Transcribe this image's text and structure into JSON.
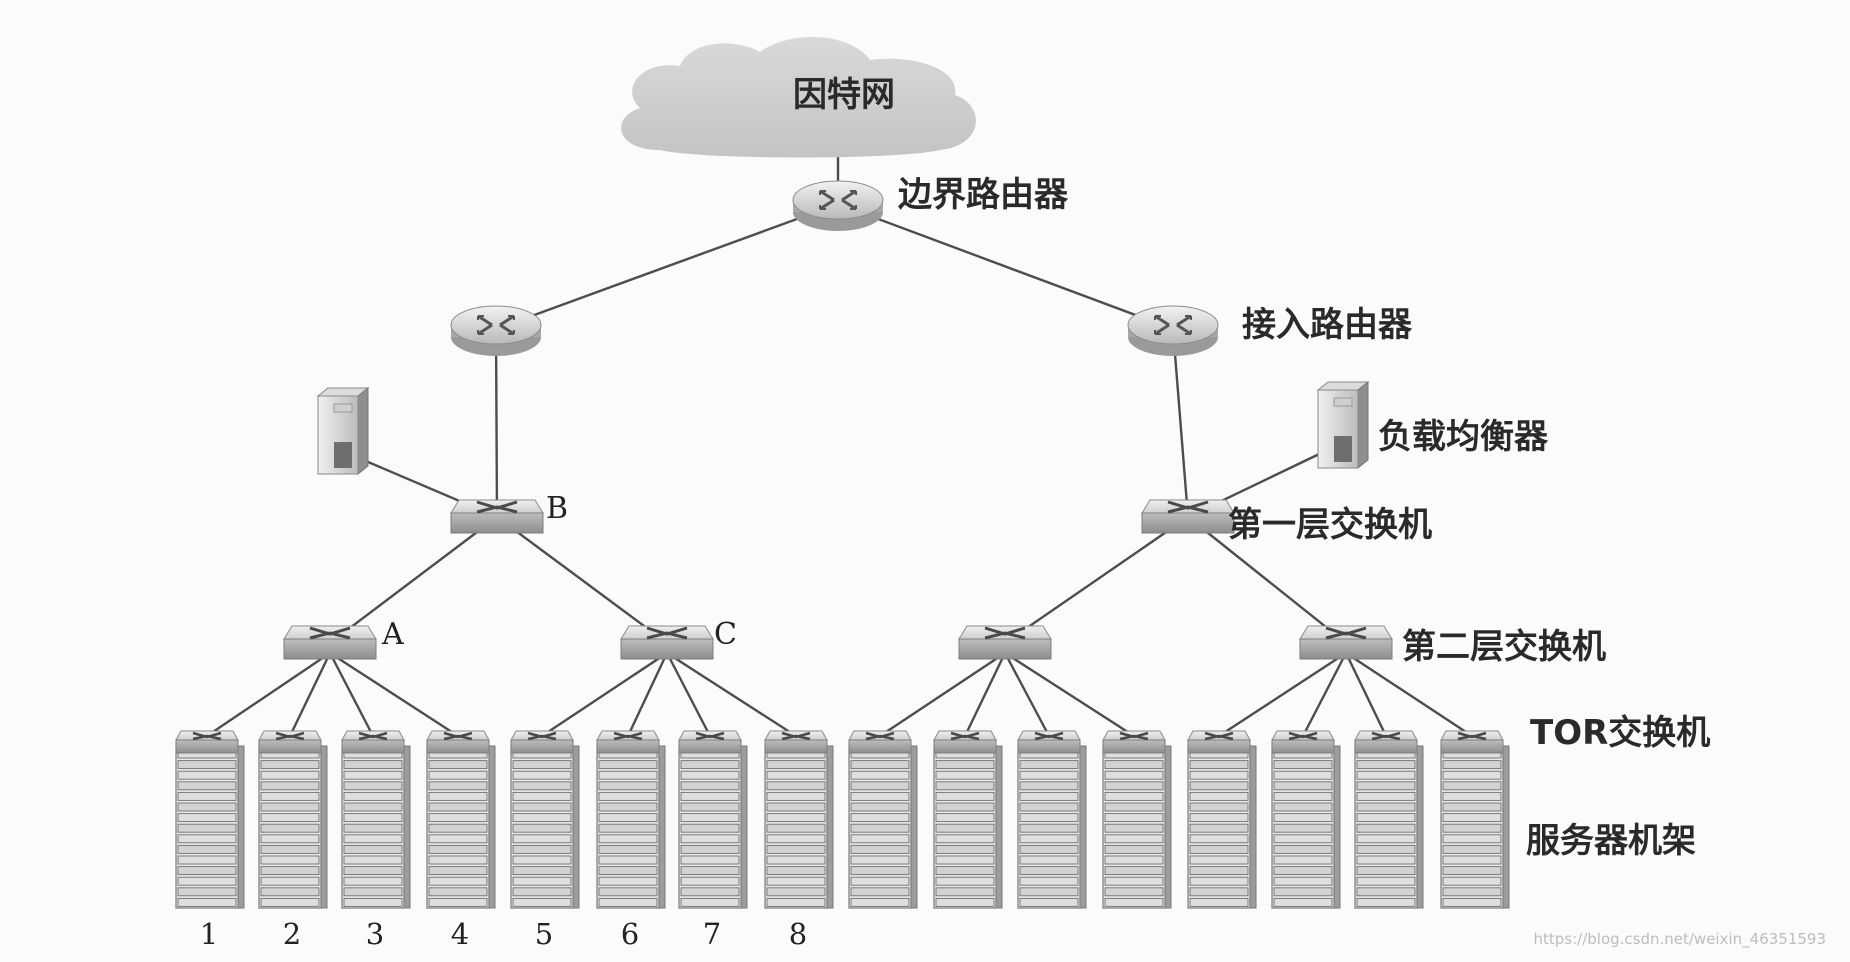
{
  "cloud": {
    "label": "因特网"
  },
  "labels": {
    "border_router": "边界路由器",
    "access_router": "接入路由器",
    "load_balancer": "负载均衡器",
    "tier1_switch": "第一层交换机",
    "tier2_switch": "第二层交换机",
    "tor_switch": "TOR交换机",
    "server_rack": "服务器机架"
  },
  "switch_letters": {
    "b": "B",
    "a": "A",
    "c": "C"
  },
  "rack_numbers": [
    "1",
    "2",
    "3",
    "4",
    "5",
    "6",
    "7",
    "8"
  ],
  "watermark": "https://blog.csdn.net/weixin_46351593"
}
